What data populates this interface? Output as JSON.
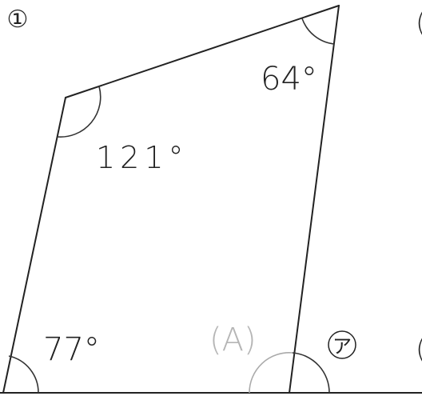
{
  "figure_labels": {
    "figure_1": "①",
    "figure_2_partial": "(",
    "figure_3_partial": "("
  },
  "angles": {
    "top_right": "64°",
    "top_left": "121°",
    "bottom_left": "77°",
    "unknown_a": "(A)",
    "angle_mark": "ア"
  },
  "colors": {
    "line": "#222222",
    "faint": "#b5b5b5"
  }
}
